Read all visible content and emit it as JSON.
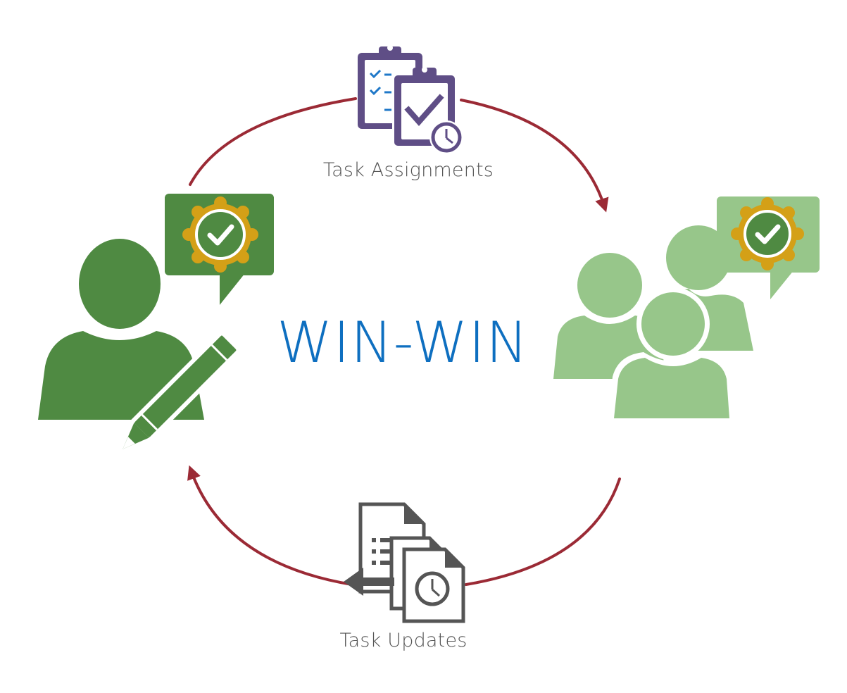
{
  "diagram": {
    "center_title": "WIN-WIN",
    "top_label": "Task Assignments",
    "bottom_label": "Task Updates"
  },
  "colors": {
    "title_blue": "#0e6fc0",
    "dark_green": "#4f8a42",
    "light_green": "#97c68a",
    "badge_gold": "#d4a017",
    "arrow_red": "#9b2a35",
    "clipboard_purple": "#5f4e86",
    "doc_gray": "#555555"
  },
  "icons": {
    "left_person": "person-with-pencil-icon",
    "left_badge": "approval-badge-icon",
    "right_group": "user-group-icon",
    "right_badge": "approval-badge-icon",
    "top": "clipboard-checklist-icon",
    "bottom": "documents-clock-icon"
  }
}
